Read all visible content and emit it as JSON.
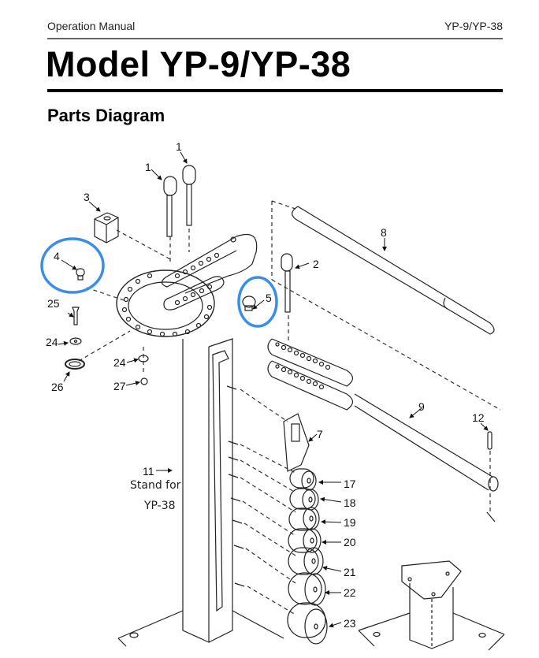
{
  "header": {
    "left": "Operation Manual",
    "right": "YP-9/YP-38"
  },
  "title": "Model YP-9/YP-38",
  "section_title": "Parts Diagram",
  "diagram": {
    "highlight_color": "#3a8ee6",
    "highlighted_parts": [
      "4",
      "5"
    ],
    "part_labels": {
      "p1a": "1",
      "p1b": "1",
      "p2": "2",
      "p3": "3",
      "p4": "4",
      "p5": "5",
      "p7": "7",
      "p8": "8",
      "p9": "9",
      "p11": "11",
      "p12": "12",
      "p17": "17",
      "p18": "18",
      "p19": "19",
      "p20": "20",
      "p21": "21",
      "p22": "22",
      "p23": "23",
      "p24a": "24",
      "p24b": "24",
      "p25": "25",
      "p26": "26",
      "p27": "27"
    },
    "stand_note_line1": "Stand for",
    "stand_note_line2": "YP-38"
  }
}
